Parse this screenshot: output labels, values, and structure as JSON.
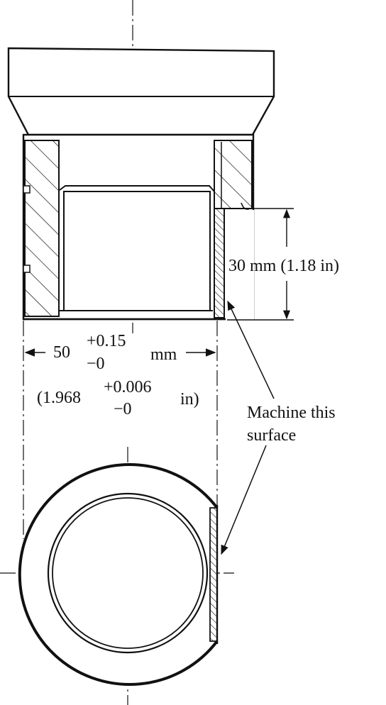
{
  "dimensions": {
    "height_label": "30 mm (1.18 in)",
    "width_nominal_mm": "50",
    "width_tol_plus_mm": "+0.15",
    "width_tol_minus_mm": "−0",
    "width_unit_mm": "mm",
    "width_open_paren": "(1.968",
    "width_tol_plus_in": "+0.006",
    "width_tol_minus_in": "−0",
    "width_unit_in": "in)"
  },
  "callout": {
    "line1": "Machine this",
    "line2": "surface"
  },
  "colors": {
    "ink": "#111111",
    "background": "#ffffff"
  }
}
